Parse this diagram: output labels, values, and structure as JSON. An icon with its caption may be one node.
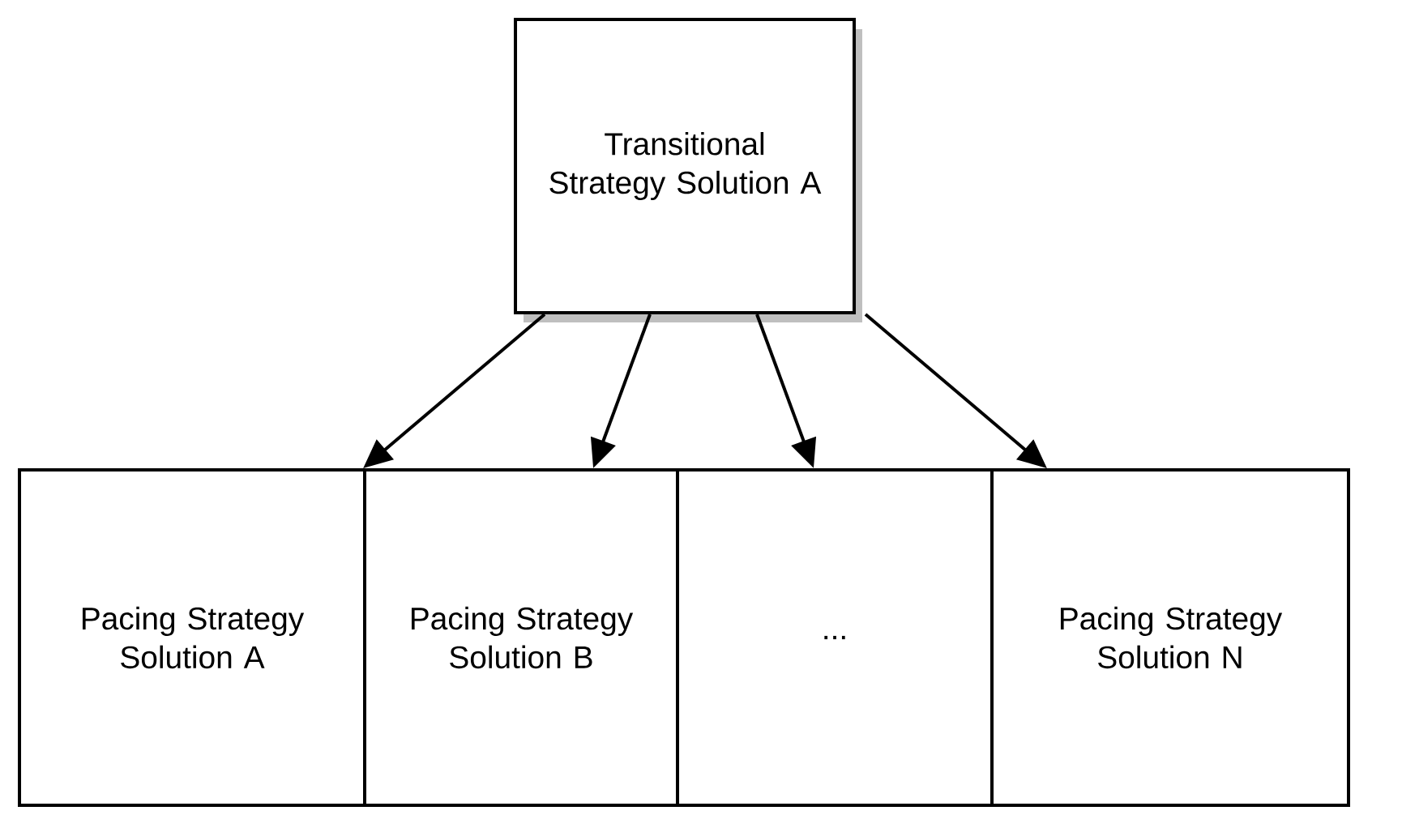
{
  "diagram": {
    "nodes": [
      {
        "text": [
          "Transitional Strategy Solution A"
        ]
      },
      {
        "text": [
          "Pacing Strategy Solution A"
        ]
      },
      {
        "text": [
          "Pacing Strategy Solution B"
        ]
      },
      {
        "text": [
          "..."
        ]
      },
      {
        "text": [
          "Pacing Strategy Solution N"
        ]
      }
    ],
    "edges": [
      {
        "from": 0,
        "to": 1,
        "arrow": "to"
      },
      {
        "from": 0,
        "to": 2,
        "arrow": "to"
      },
      {
        "from": 0,
        "to": 3,
        "arrow": "to"
      },
      {
        "from": 0,
        "to": 4,
        "arrow": "to"
      }
    ]
  }
}
